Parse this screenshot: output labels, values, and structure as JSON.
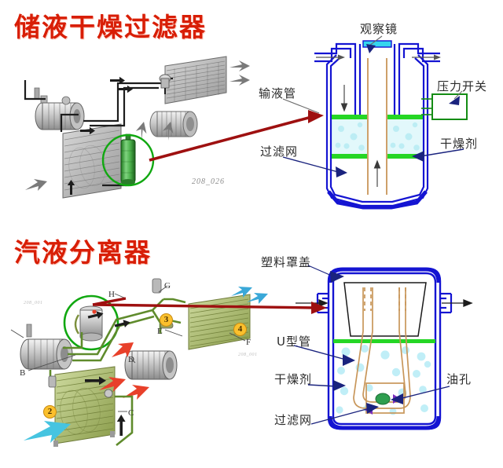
{
  "sections": [
    {
      "id": "receiver-dryer",
      "title": "储液干燥过滤器",
      "title_color": "#d81e06",
      "photo_ref": "208_026",
      "callouts": [
        {
          "key": "sight_glass",
          "text": "观察镜"
        },
        {
          "key": "liquid_line",
          "text": "输液管"
        },
        {
          "key": "pressure_switch",
          "text": "压力开关"
        },
        {
          "key": "filter_screen",
          "text": "过滤网"
        },
        {
          "key": "desiccant",
          "text": "干燥剂"
        }
      ]
    },
    {
      "id": "accumulator",
      "title": "汽液分离器",
      "title_color": "#d81e06",
      "photo_ref": "208_001",
      "callouts": [
        {
          "key": "plastic_cover",
          "text": "塑料罩盖"
        },
        {
          "key": "u_tube",
          "text": "U型管"
        },
        {
          "key": "desiccant",
          "text": "干燥剂"
        },
        {
          "key": "oil_hole",
          "text": "油孔"
        },
        {
          "key": "filter_screen",
          "text": "过滤网"
        }
      ],
      "part_letters": [
        "B",
        "C",
        "D",
        "E",
        "F",
        "G",
        "H"
      ],
      "number_badges": [
        "2",
        "3",
        "4"
      ]
    }
  ],
  "colors": {
    "title_red": "#d81e06",
    "vessel_blue": "#1414d2",
    "filter_green": "#25d625",
    "desiccant_cyan": "#bdf0f5",
    "pointer_navy": "#1a237e",
    "highlight_red": "#9e1010",
    "highlight_green": "#11a811",
    "sight_glass_cyan": "#35d6ee",
    "tube_tan": "#c8965a",
    "badge_yellow": "#fbc02d",
    "air_cool_cyan": "#46c4e0",
    "air_warm_red": "#e8402a"
  }
}
